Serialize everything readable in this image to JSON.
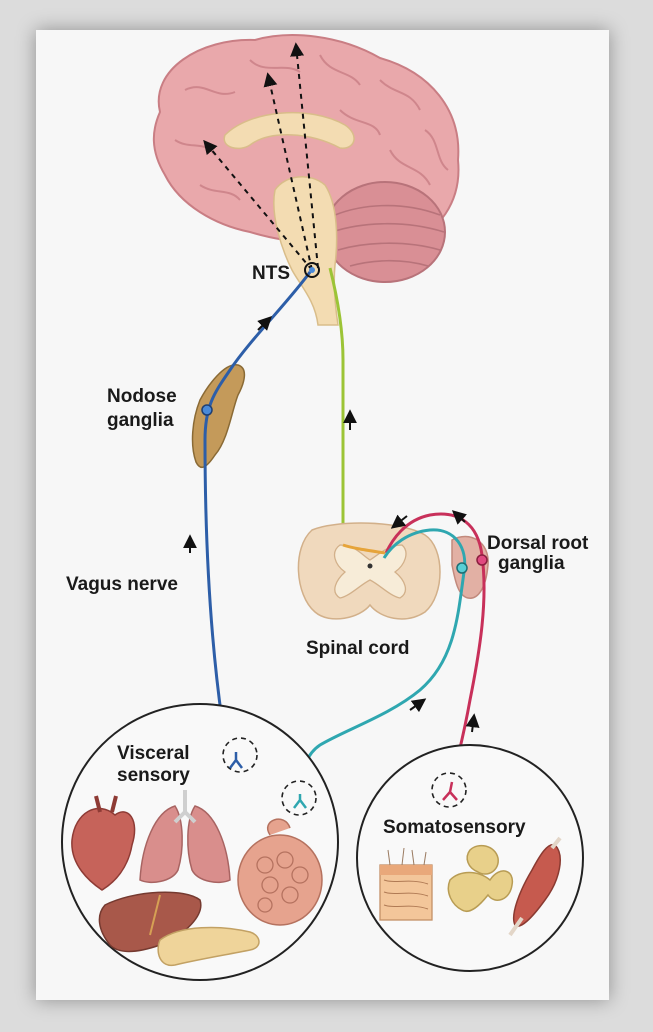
{
  "labels": {
    "nts": "NTS",
    "nodose_line1": "Nodose",
    "nodose_line2": "ganglia",
    "vagus": "Vagus nerve",
    "dorsal_line1": "Dorsal root",
    "dorsal_line2": "ganglia",
    "spinal": "Spinal cord",
    "visceral_line1": "Visceral",
    "visceral_line2": "sensory",
    "somato": "Somatosensory"
  },
  "colors": {
    "vagus_nerve": "#2d5ea8",
    "spinal_tract": "#9cc436",
    "visceral_afferent": "#2fa7b0",
    "somatic_afferent": "#c8305a",
    "brain": "#e8a6a9",
    "brainstem": "#f3dcb2"
  }
}
